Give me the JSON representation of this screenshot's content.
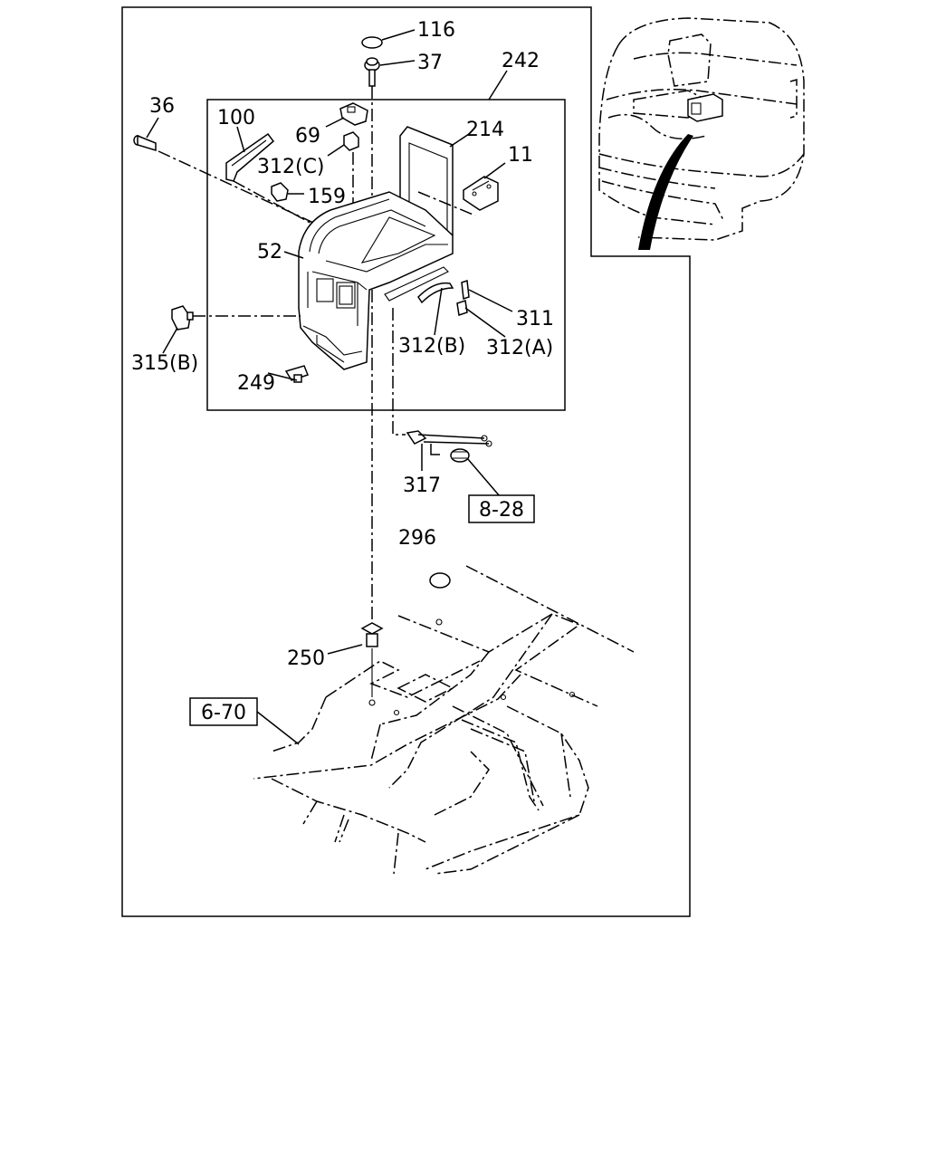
{
  "diagram": {
    "labels": {
      "p116": "116",
      "p37": "37",
      "p242": "242",
      "p36": "36",
      "p100": "100",
      "p69": "69",
      "p214": "214",
      "p11": "11",
      "p312c": "312(C)",
      "p159": "159",
      "p52": "52",
      "p311": "311",
      "p312b": "312(B)",
      "p312a": "312(A)",
      "p315b": "315(B)",
      "p249": "249",
      "p317": "317",
      "p296": "296",
      "p250": "250"
    },
    "refs": {
      "r828": "8-28",
      "r670": "6-70"
    }
  }
}
